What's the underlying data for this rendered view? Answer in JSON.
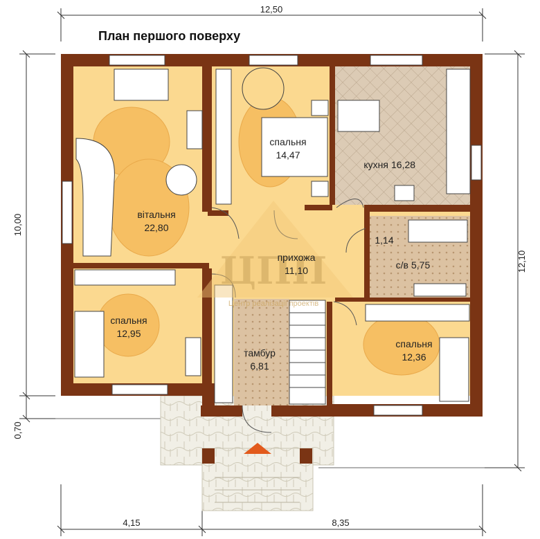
{
  "title": "План першого поверху",
  "dimensions": {
    "top_total": "12,50",
    "left_total": "10,00",
    "right_total": "12,10",
    "left_porch": "0,70",
    "bottom_left": "4,15",
    "bottom_right": "8,35"
  },
  "rooms": [
    {
      "id": "vitalnya",
      "name": "вітальня",
      "area": "22,80"
    },
    {
      "id": "bedroom1",
      "name": "спальня",
      "area": "14,47"
    },
    {
      "id": "kitchen",
      "name": "кухня",
      "area": "16,28"
    },
    {
      "id": "wc",
      "name": "",
      "area": "1,14"
    },
    {
      "id": "hall",
      "name": "прихожа",
      "area": "11,10"
    },
    {
      "id": "bath",
      "name": "с/в",
      "area": "5,75"
    },
    {
      "id": "bedroom2",
      "name": "спальня",
      "area": "12,95"
    },
    {
      "id": "tambur",
      "name": "тамбур",
      "area": "6,81"
    },
    {
      "id": "bedroom3",
      "name": "спальня",
      "area": "12,36"
    }
  ],
  "logo": {
    "text": "ЦПП",
    "subtitle": "Центр реалізації проектів"
  },
  "colors": {
    "wall": "#7a3414",
    "floor": "#fbd990",
    "rug": "#f6bf63",
    "tile": "#d9c8b2",
    "entrance_arrow": "#e25a1c"
  }
}
